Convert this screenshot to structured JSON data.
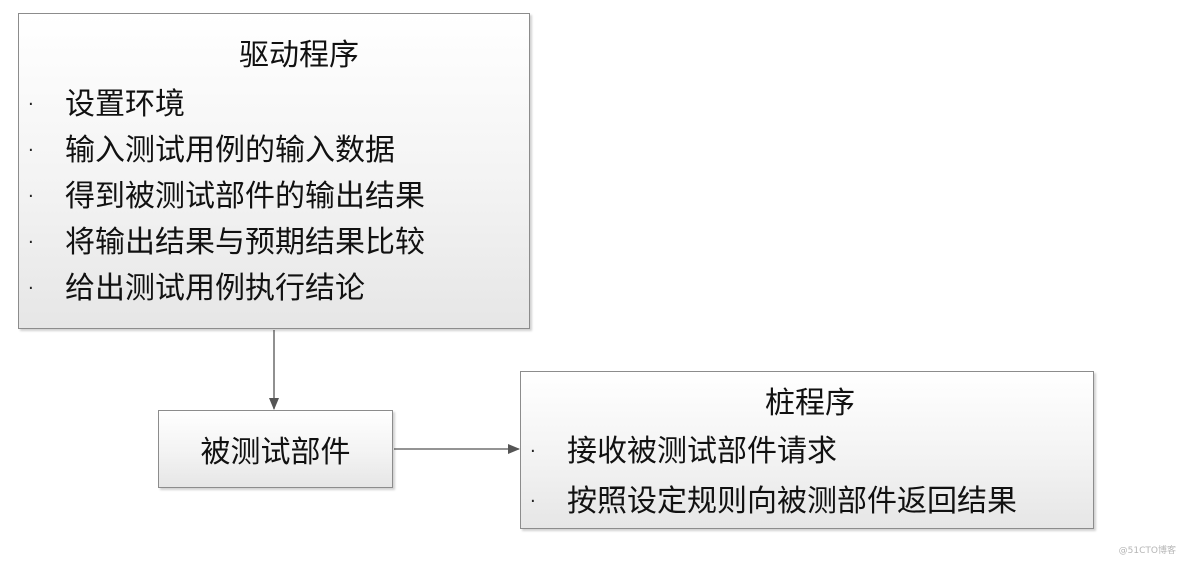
{
  "driver": {
    "title": "驱动程序",
    "bullet": "·",
    "items": [
      {
        "label": "设置环境"
      },
      {
        "label": "输入测试用例的输入数据"
      },
      {
        "label": "得到被测试部件的输出结果"
      },
      {
        "label": "将输出结果与预期结果比较"
      },
      {
        "label": "给出测试用例执行结论"
      }
    ]
  },
  "unit_under_test": {
    "label": "被测试部件"
  },
  "stub": {
    "title": "桩程序",
    "bullet": "·",
    "items": [
      {
        "label": "接收被测试部件请求"
      },
      {
        "label": "按照设定规则向被测部件返回结果"
      }
    ]
  },
  "watermark": "@51CTO博客",
  "colors": {
    "border": "#8c8c8c",
    "connector": "#555555",
    "text": "#111111"
  }
}
